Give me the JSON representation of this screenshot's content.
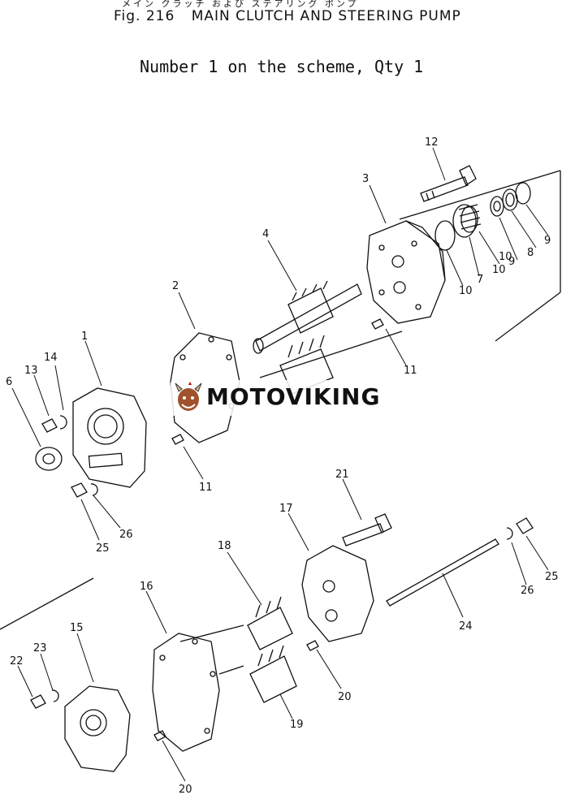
{
  "header": {
    "japanese_title": "メイン クラッチ および ステアリング ポンプ",
    "figure_number": "Fig. 216",
    "figure_title": "MAIN CLUTCH AND STEERING PUMP",
    "subtitle": "Number 1 on the scheme, Qty 1"
  },
  "watermark": {
    "text": "MOTOVIKING"
  },
  "callouts": [
    "12",
    "3",
    "4",
    "2",
    "9",
    "9",
    "8",
    "10",
    "10",
    "7",
    "10",
    "11",
    "1",
    "14",
    "13",
    "6",
    "11",
    "25",
    "26",
    "21",
    "17",
    "18",
    "16",
    "25",
    "26",
    "24",
    "15",
    "23",
    "22",
    "20",
    "19",
    "20"
  ]
}
